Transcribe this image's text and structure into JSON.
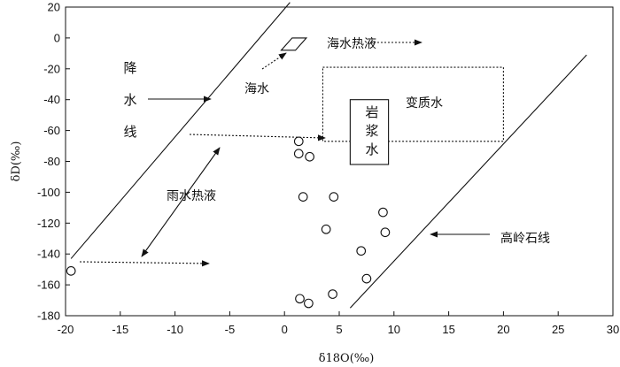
{
  "chart_data": {
    "type": "scatter",
    "xlabel": "δ18O(‰)",
    "ylabel": "δD(‰)",
    "xlim": [
      -20,
      30
    ],
    "ylim": [
      -180,
      20
    ],
    "xticks": [
      -20,
      -15,
      -10,
      -5,
      0,
      5,
      10,
      15,
      20,
      25,
      30
    ],
    "yticks": [
      20,
      0,
      -20,
      -40,
      -60,
      -80,
      -100,
      -120,
      -140,
      -160,
      -180
    ],
    "points": [
      {
        "x": -19.5,
        "y": -151
      },
      {
        "x": 1.3,
        "y": -67
      },
      {
        "x": 1.3,
        "y": -75
      },
      {
        "x": 2.3,
        "y": -77
      },
      {
        "x": 1.7,
        "y": -103
      },
      {
        "x": 4.5,
        "y": -103
      },
      {
        "x": 3.8,
        "y": -124
      },
      {
        "x": 9.0,
        "y": -113
      },
      {
        "x": 9.2,
        "y": -126
      },
      {
        "x": 7.0,
        "y": -138
      },
      {
        "x": 7.5,
        "y": -156
      },
      {
        "x": 1.4,
        "y": -169
      },
      {
        "x": 2.2,
        "y": -172
      },
      {
        "x": 4.4,
        "y": -166
      }
    ],
    "lines": [
      {
        "name": "降水线",
        "x": [
          -19.5,
          0.5
        ],
        "y": [
          -143,
          23
        ]
      },
      {
        "name": "高岭石线",
        "x": [
          6.0,
          27.6
        ],
        "y": [
          -175,
          -11
        ]
      }
    ],
    "regions": [
      {
        "name": "海水热液",
        "shape": "parallelogram",
        "x": [
          -0.3,
          1.0,
          2.0,
          0.7
        ],
        "y": [
          -8,
          -8,
          0,
          0
        ]
      },
      {
        "name": "变质水",
        "shape": "dashed-rect",
        "x": [
          3.5,
          20.0
        ],
        "y": [
          -67,
          -19
        ]
      },
      {
        "name": "岩浆水",
        "shape": "rect",
        "x": [
          6.0,
          9.5
        ],
        "y": [
          -82,
          -40
        ]
      }
    ],
    "annotations": {
      "precip_line": [
        "降",
        "水",
        "线"
      ],
      "seawater": "海水",
      "seawater_hydrothermal": "海水热液",
      "metamorphic": "变质水",
      "magmatic": [
        "岩",
        "浆",
        "水"
      ],
      "meteoric_hydrothermal": "雨水热液",
      "kaolinite_line": "高岭石线"
    }
  }
}
